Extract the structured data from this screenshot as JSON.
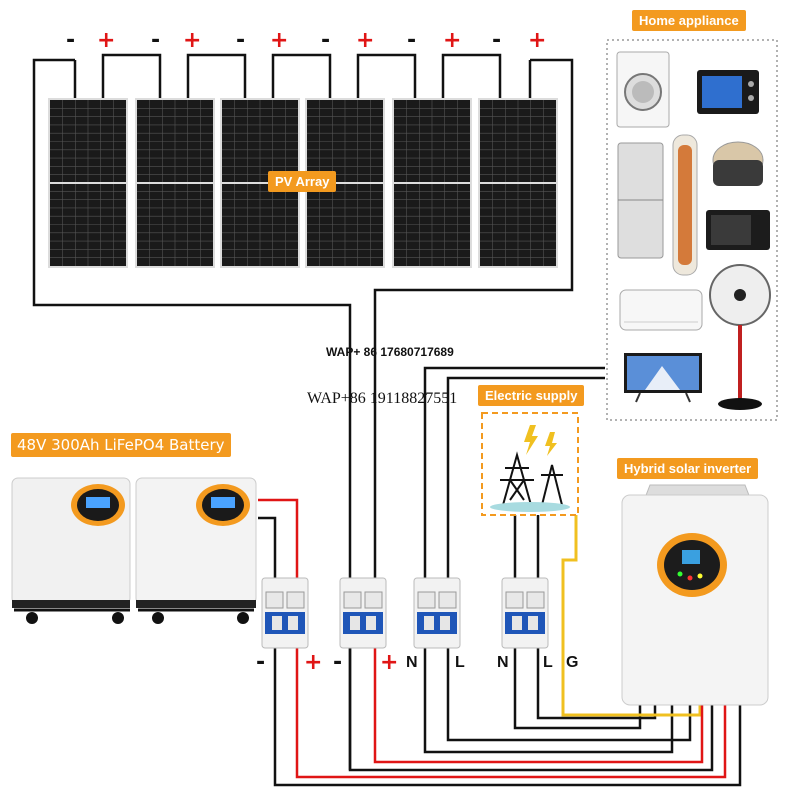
{
  "labels": {
    "home_appliance": "Home appliance",
    "pv_array": "PV Array",
    "battery": "48V 300Ah LiFePO4 Battery",
    "electric_supply": "Electric supply",
    "inverter": "Hybrid solar inverter"
  },
  "contacts": {
    "wap1": "WAP+ 86 17680717689",
    "wap2": "WAP+86 19118827551"
  },
  "panel_terminals": [
    "-",
    "+",
    "-",
    "+",
    "-",
    "+",
    "-",
    "+",
    "-",
    "+",
    "-",
    "+"
  ],
  "breaker_terminals": [
    "-",
    "+",
    "-",
    "+",
    "N",
    "L",
    "N",
    "L",
    "G"
  ],
  "appliances": [
    "washing-machine",
    "oven",
    "refrigerator",
    "tower-fan",
    "rice-cooker",
    "microwave",
    "air-conditioner",
    "stand-fan",
    "television"
  ],
  "colors": {
    "accent": "#f39a1f",
    "positive": "#e01515",
    "negative": "#111111",
    "ground_wire": "#f0c020",
    "panel": "#1a1a1a"
  }
}
